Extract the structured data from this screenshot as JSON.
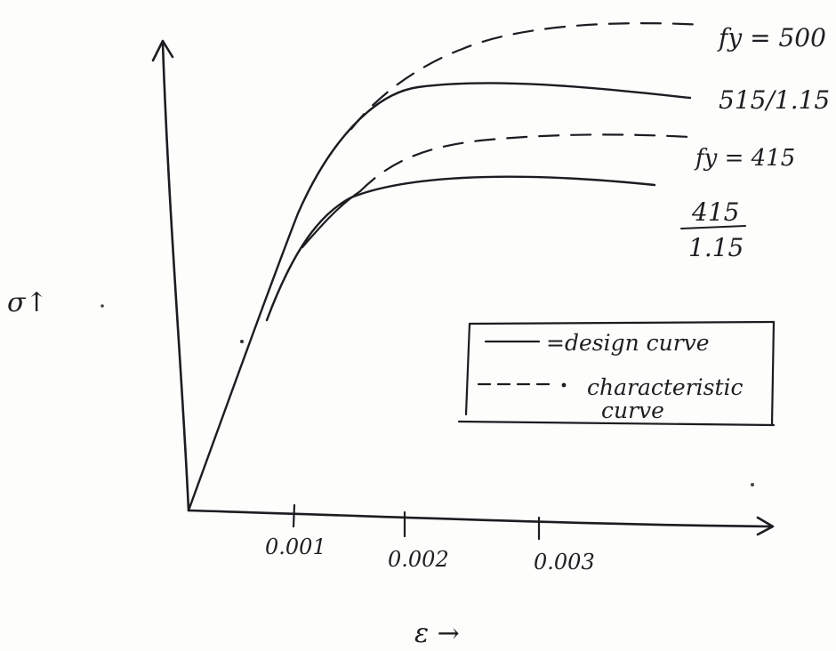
{
  "axes": {
    "y_label": "σ↑",
    "x_label": "ε →",
    "x_ticks": [
      "0.001",
      "0.002",
      "0.003"
    ]
  },
  "curve_labels": {
    "fy500": "fy = 500",
    "design500": "515/1.15",
    "fy415": "fy = 415",
    "design415_num": "415",
    "design415_den": "1.15"
  },
  "legend": {
    "design": "=design curve",
    "characteristic_line1": "characteristic",
    "characteristic_line2": "curve"
  },
  "colors": {
    "ink": "#1c1c21",
    "paper": "#fdfdfc"
  }
}
